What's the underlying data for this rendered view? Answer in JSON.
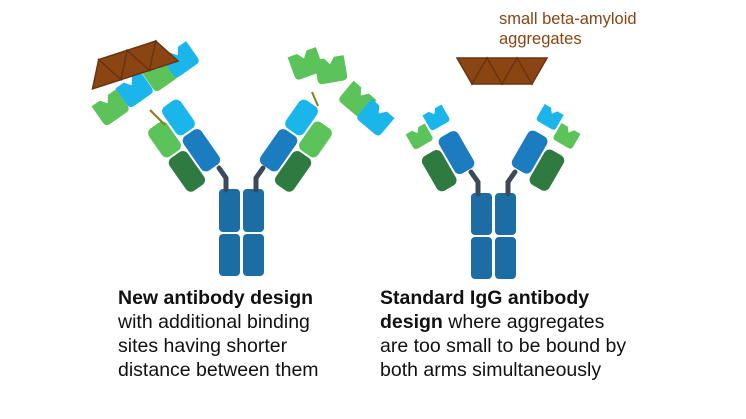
{
  "labels": {
    "aggregates": [
      "small beta-amyloid",
      "aggregates"
    ]
  },
  "captions": {
    "new_design": {
      "title": "New antibody design",
      "body": [
        "with additional binding",
        "sites having shorter",
        "distance between them"
      ]
    },
    "standard_design": {
      "title_line1": "Standard IgG antibody",
      "title_line2": "design",
      "line2_rest": " where aggregates",
      "body": [
        "are too small to be bound by",
        "both arms simultaneously"
      ]
    }
  },
  "colors": {
    "dark_blue": "#1b6da3",
    "mid_blue": "#1c7cc0",
    "light_blue": "#1ab5ea",
    "light_green": "#5cc25a",
    "dark_green": "#2f7a40",
    "aggregate_brown": "#8b4513",
    "hinge": "#3a4a5a",
    "outline": "#6b3410"
  }
}
